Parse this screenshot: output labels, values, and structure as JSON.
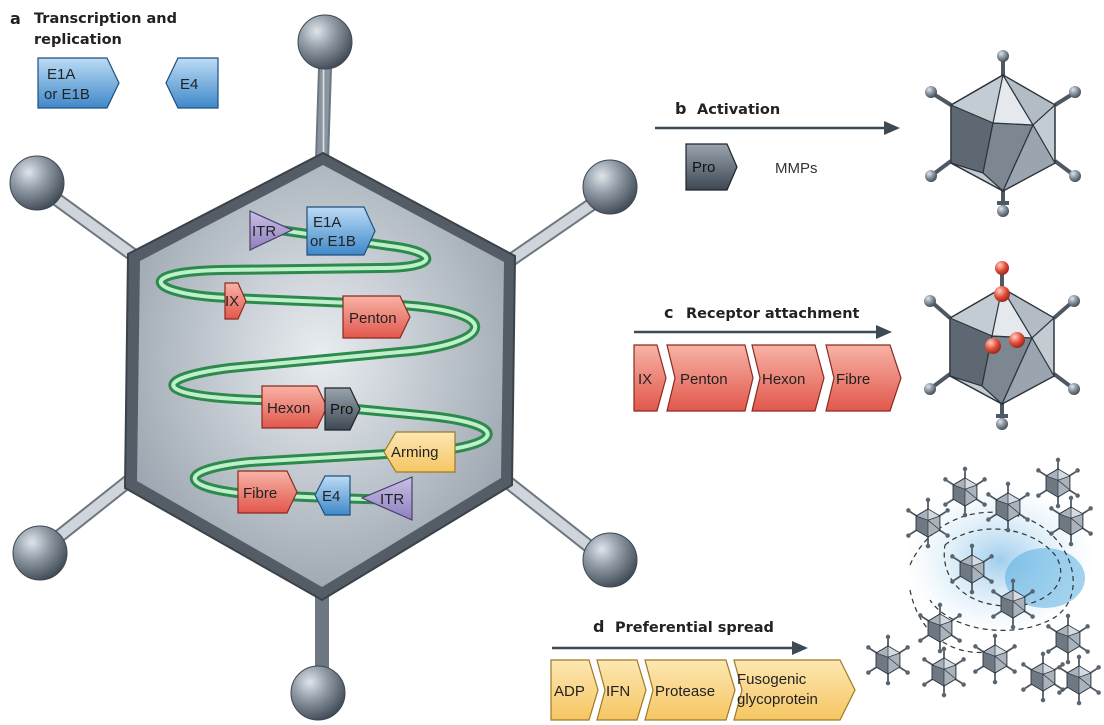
{
  "panel_a": {
    "letter": "a",
    "title_line1": "Transcription and",
    "title_line2": "replication",
    "genes": {
      "e1a_line1": "E1A",
      "e1a_line2": "or E1B",
      "e4": "E4"
    }
  },
  "genome": {
    "itr_left": "ITR",
    "e1a_line1": "E1A",
    "e1a_line2": "or E1B",
    "ix": "IX",
    "penton": "Penton",
    "hexon": "Hexon",
    "pro": "Pro",
    "arming": "Arming",
    "fibre": "Fibre",
    "e4": "E4",
    "itr_right": "ITR"
  },
  "panel_b": {
    "letter": "b",
    "title": "Activation",
    "pro": "Pro",
    "mmps": "MMPs"
  },
  "panel_c": {
    "letter": "c",
    "title": "Receptor attachment",
    "genes": [
      "IX",
      "Penton",
      "Hexon",
      "Fibre"
    ]
  },
  "panel_d": {
    "letter": "d",
    "title": "Preferential spread",
    "genes": [
      "ADP",
      "IFN",
      "Protease"
    ],
    "fusogenic_line1": "Fusogenic",
    "fusogenic_line2": "glycoprotein"
  },
  "colors": {
    "blue_gene": "#3f88c9",
    "red_gene": "#e2574c",
    "yellow_gene": "#f6cd6b",
    "purple_itr": "#8f7fbd",
    "grey_gene": "#4d5863",
    "dna_green": "#4db36b",
    "capsid_grey": "#b7bec6"
  }
}
